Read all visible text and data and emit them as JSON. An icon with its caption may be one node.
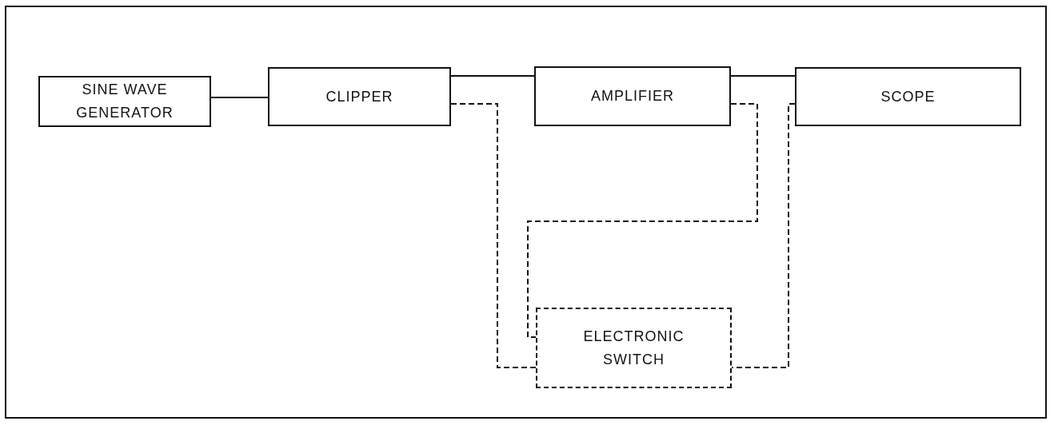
{
  "diagram": {
    "nodes": [
      {
        "text": [
          "SINE WAVE GENERATOR"
        ]
      },
      {
        "text": [
          "CLIPPER"
        ]
      },
      {
        "text": [
          "AMPLIFIER"
        ]
      },
      {
        "text": [
          "SCOPE"
        ]
      },
      {
        "text": [
          "ELECTRONIC SWITCH"
        ]
      }
    ],
    "edges": [
      {
        "from": 0,
        "to": 1,
        "arrow": "none"
      },
      {
        "from": 1,
        "to": 2,
        "arrow": "none"
      },
      {
        "from": 2,
        "to": 3,
        "arrow": "none"
      },
      {
        "from": 1,
        "to": 4,
        "arrow": "none",
        "style": "dashed"
      },
      {
        "from": 2,
        "to": 4,
        "arrow": "none",
        "style": "dashed"
      },
      {
        "from": 3,
        "to": 4,
        "arrow": "none",
        "style": "dashed"
      }
    ]
  }
}
